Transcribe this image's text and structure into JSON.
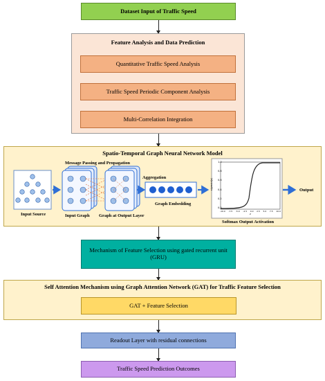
{
  "steps": {
    "input": "Dataset Input of Traffic Speed",
    "feature_panel_title": "Feature Analysis and Data Prediction",
    "quantitative": "Quantitative Traffic Speed Analysis",
    "periodic": "Traffic Speed Periodic Component Analysis",
    "multi_corr": "Multi-Correlation Integration",
    "stgnn_title": "Spatio-Temporal Graph Neural Network Model",
    "gru": "Mechanism of Feature Selection using gated recurrent unit (GRU)",
    "gat_panel_title": "Self Attention Mechanism using Graph Attention Network (GAT) for Traffic Feature Selection",
    "gat_box": "GAT + Feature Selection",
    "readout": "Readout Layer with residual connections",
    "outcome": "Traffic Speed Prediction Outcomes"
  },
  "stgnn": {
    "input_source": "Input Source",
    "message_passing": "Message Passing and Propagation",
    "input_graph": "Input Graph",
    "output_layer": "Graph at Output Layer",
    "aggregation": "Aggregation",
    "embedding": "Graph Embedding",
    "softmax": "Softmax Output Activation",
    "output": "Output"
  },
  "sigmoid_axis": {
    "y_ticks": [
      "1.0",
      "0.8",
      "0.6",
      "0.4",
      "0.2",
      "0.0"
    ],
    "x_ticks": [
      "-10.0",
      "-7.5",
      "-5.0",
      "-2.5",
      "0.0",
      "2.5",
      "5.0",
      "7.5",
      "10.0"
    ],
    "ylabel": "sigmoid(z)",
    "xlabel": "z"
  },
  "colors": {
    "green": "#92d050",
    "peach_panel": "#fbe5d6",
    "orange": "#f4b183",
    "yellow_panel": "#fff2cc",
    "teal": "#00b0a0",
    "gold": "#ffd966",
    "blue": "#8faadc",
    "violet": "#cc99ee",
    "node_blue": "#2f6fd6"
  }
}
